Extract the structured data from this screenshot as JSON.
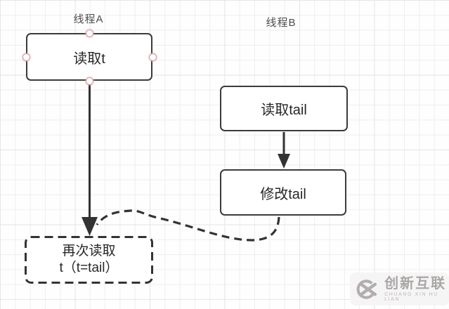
{
  "colors": {
    "shape_border": "#3b3b3b",
    "shape_fill": "#ffffff",
    "node_text": "#262626",
    "lane_label_text": "#4d4d4d",
    "edge_stroke": "#333333",
    "handle_stroke": "#cc9999",
    "grid_line": "#f0edee",
    "watermark_gray": "#aba6a6"
  },
  "lanes": {
    "a": {
      "label": "线程A"
    },
    "b": {
      "label": "线程B"
    }
  },
  "nodes": {
    "read_t": {
      "label": "读取t"
    },
    "read_tail": {
      "label": "读取tail"
    },
    "modify_tail": {
      "label": "修改tail"
    },
    "read_again": {
      "line1": "再次读取",
      "line2": "t（t=tail）"
    }
  },
  "edges": {
    "read_t_to_read_again": {
      "style": "solid-arrow"
    },
    "read_tail_to_modify_tail": {
      "style": "solid-arrow"
    },
    "modify_tail_to_read_again": {
      "style": "dashed-curve"
    }
  },
  "watermark": {
    "brand": "创新互联",
    "brand_latin": "CHUANG XIN HU LIAN"
  }
}
